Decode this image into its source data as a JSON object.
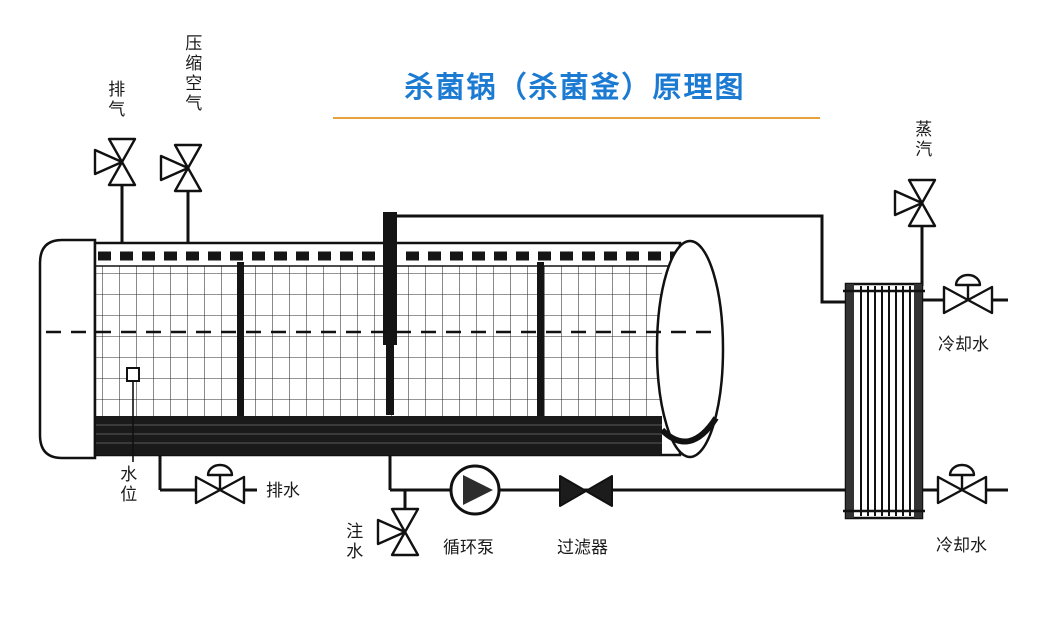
{
  "title": {
    "text": "杀菌锅（杀菌釜）原理图"
  },
  "labels": {
    "exhaust": "排气",
    "compressed_air": "压缩空气",
    "steam": "蒸汽",
    "cooling_water_top": "冷却水",
    "cooling_water_bottom": "冷却水",
    "water_level": "水位",
    "drain": "排水",
    "water_inlet": "注水",
    "circulation_pump": "循环泵",
    "filter": "过滤器"
  },
  "colors": {
    "title": "#1b7ad2",
    "underline": "#e8a23b",
    "line": "#111111",
    "background": "#ffffff"
  }
}
